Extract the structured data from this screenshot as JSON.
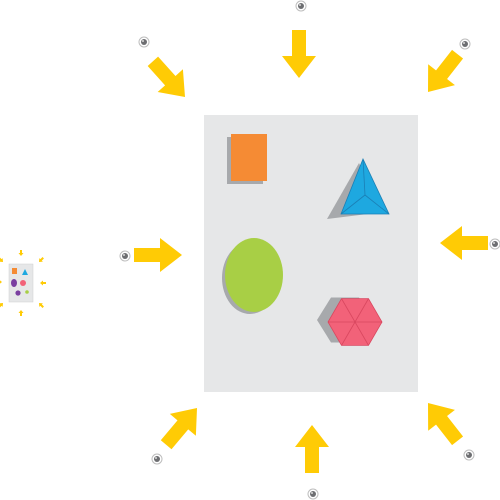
{
  "scene": {
    "background": "#ffffff",
    "panel_color": "#e6e7e8",
    "panel_shadow": "#cdd0d2",
    "shape_shadow": "#a7a9ac",
    "arrow_color": "#ffcb05",
    "camera_icon": "camera-lens-icon",
    "arrow_icon": "block-arrow-icon"
  },
  "shapes": [
    {
      "name": "square",
      "color": "#f58b34",
      "icon": "square-icon"
    },
    {
      "name": "triangle",
      "color": "#1ea8e0",
      "icon": "triangle-icon"
    },
    {
      "name": "ellipse",
      "color": "#a8cf45",
      "icon": "ellipse-icon"
    },
    {
      "name": "hexagon",
      "color": "#f26279",
      "icon": "hexagon-icon"
    }
  ],
  "thumbnail": {
    "icon": "scene-thumbnail-icon",
    "marker_colors": [
      "#f58b34",
      "#1ea8e0",
      "#a8cf45",
      "#f26279",
      "#7a3fa0"
    ]
  }
}
